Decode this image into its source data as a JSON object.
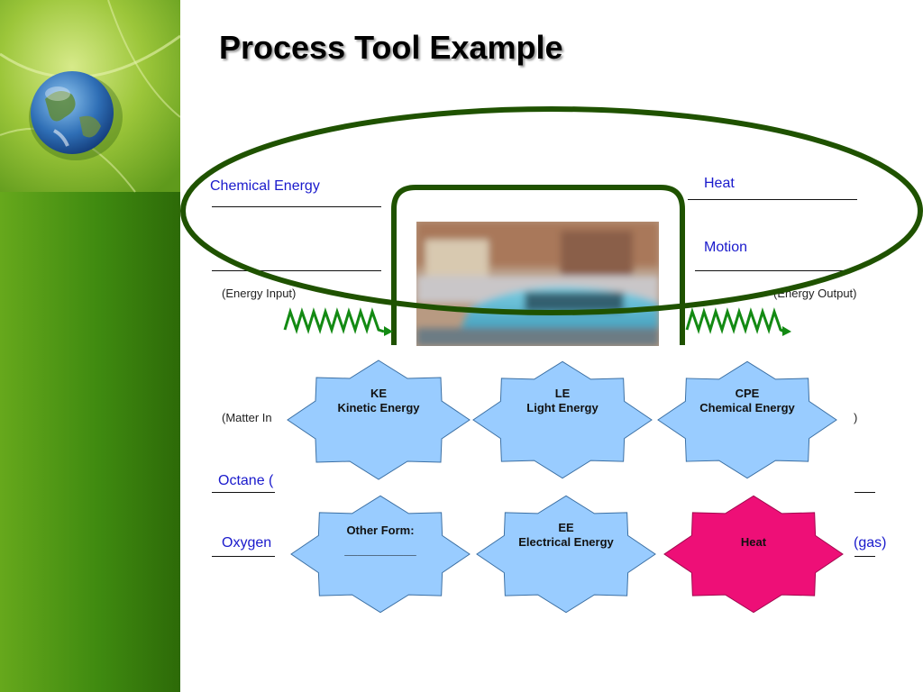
{
  "slide": {
    "title": "Process Tool Example"
  },
  "inputs": {
    "label_1": "Chemical Energy",
    "caption": "(Energy Input)",
    "matter_caption": "(Matter In",
    "matter_1": "Octane (",
    "matter_2": "Oxygen"
  },
  "outputs": {
    "label_1": "Heat",
    "label_2": "Motion",
    "caption": "(Energy Output)",
    "matter_caption_end": ")",
    "matter_2_end": "(gas)"
  },
  "energy_forms": [
    {
      "abbr": "KE",
      "name": "Kinetic Energy"
    },
    {
      "abbr": "LE",
      "name": "Light Energy"
    },
    {
      "abbr": "CPE",
      "name": "Chemical Energy"
    },
    {
      "abbr": "Other Form:",
      "name": "___________"
    },
    {
      "abbr": "EE",
      "name": "Electrical Energy"
    },
    {
      "abbr": "Heat",
      "name": ""
    }
  ],
  "colors": {
    "star_fill": "#99ccff",
    "star_highlight": "#ee0f77",
    "accent_green": "#1f5200",
    "arrow_green": "#138a13",
    "label_blue": "#1a1acc"
  },
  "icons": {
    "earth": "earth-globe-icon",
    "leaf": "green-leaf-background",
    "photo": "moving-car-photo"
  }
}
